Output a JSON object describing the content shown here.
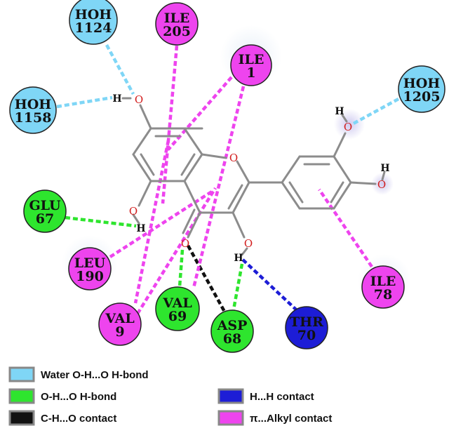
{
  "colors": {
    "water": "#7fd6f6",
    "hbond": "#2ee52e",
    "ch": "#111111",
    "hh": "#1d1dd6",
    "alkyl": "#ee44ee",
    "bond": "#8c8c8c",
    "oxygen": "#d21e1e"
  },
  "atoms": {
    "oxygen": "O",
    "hydrogen": "H"
  },
  "residues": [
    {
      "id": "hoh1124",
      "line1": "HOH",
      "line2": "1124",
      "type": "water"
    },
    {
      "id": "ile205",
      "line1": "ILE",
      "line2": "205",
      "type": "alkyl"
    },
    {
      "id": "ile1",
      "line1": "ILE",
      "line2": "1",
      "type": "alkyl"
    },
    {
      "id": "hoh1205",
      "line1": "HOH",
      "line2": "1205",
      "type": "water"
    },
    {
      "id": "hoh1158",
      "line1": "HOH",
      "line2": "1158",
      "type": "water"
    },
    {
      "id": "glu67",
      "line1": "GLU",
      "line2": "67",
      "type": "hbond"
    },
    {
      "id": "leu190",
      "line1": "LEU",
      "line2": "190",
      "type": "alkyl"
    },
    {
      "id": "ile78",
      "line1": "ILE",
      "line2": "78",
      "type": "alkyl"
    },
    {
      "id": "val9",
      "line1": "VAL",
      "line2": "9",
      "type": "alkyl"
    },
    {
      "id": "val69",
      "line1": "VAL",
      "line2": "69",
      "type": "hbond"
    },
    {
      "id": "asp68",
      "line1": "ASP",
      "line2": "68",
      "type": "hbond"
    },
    {
      "id": "thr70",
      "line1": "THR",
      "line2": "70",
      "type": "hh"
    }
  ],
  "legend": [
    {
      "id": "water",
      "label": "Water O-H...O H-bond",
      "color": "#7fd6f6"
    },
    {
      "id": "hbond",
      "label": "O-H...O H-bond",
      "color": "#2ee52e"
    },
    {
      "id": "ch",
      "label": "C-H...O  contact",
      "color": "#111111"
    },
    {
      "id": "hh",
      "label": "H...H  contact",
      "color": "#1d1dd6"
    },
    {
      "id": "alkyl",
      "label": "π...Alkyl contact",
      "color": "#ee44ee"
    }
  ]
}
